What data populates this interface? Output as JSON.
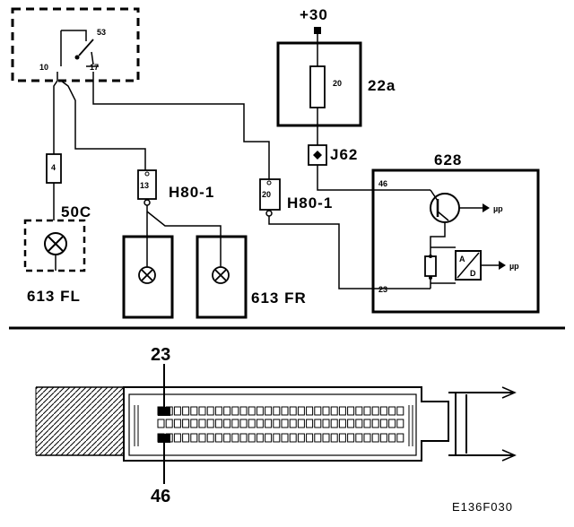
{
  "labels": {
    "supply": "+30",
    "relay_22a": "22a",
    "fuse_20": "20",
    "switch_53": "53",
    "pin_10": "10",
    "pin_17": "17",
    "fuse_4": "4",
    "conn_13": "13",
    "conn_20": "20",
    "conn_h80_left": "H80-1",
    "conn_h80_right": "H80-1",
    "j62": "J62",
    "unit_628": "628",
    "pin_46": "46",
    "pin_23": "23",
    "mu_top": "µp",
    "mu_bottom": "µp",
    "ground_50c": "50C",
    "lamp_613fl": "613 FL",
    "lamp_613fr": "613 FR",
    "conn_pin_23": "23",
    "conn_pin_46": "46",
    "figure_ref": "E136F030"
  },
  "connector": {
    "pins_per_row": 30
  }
}
